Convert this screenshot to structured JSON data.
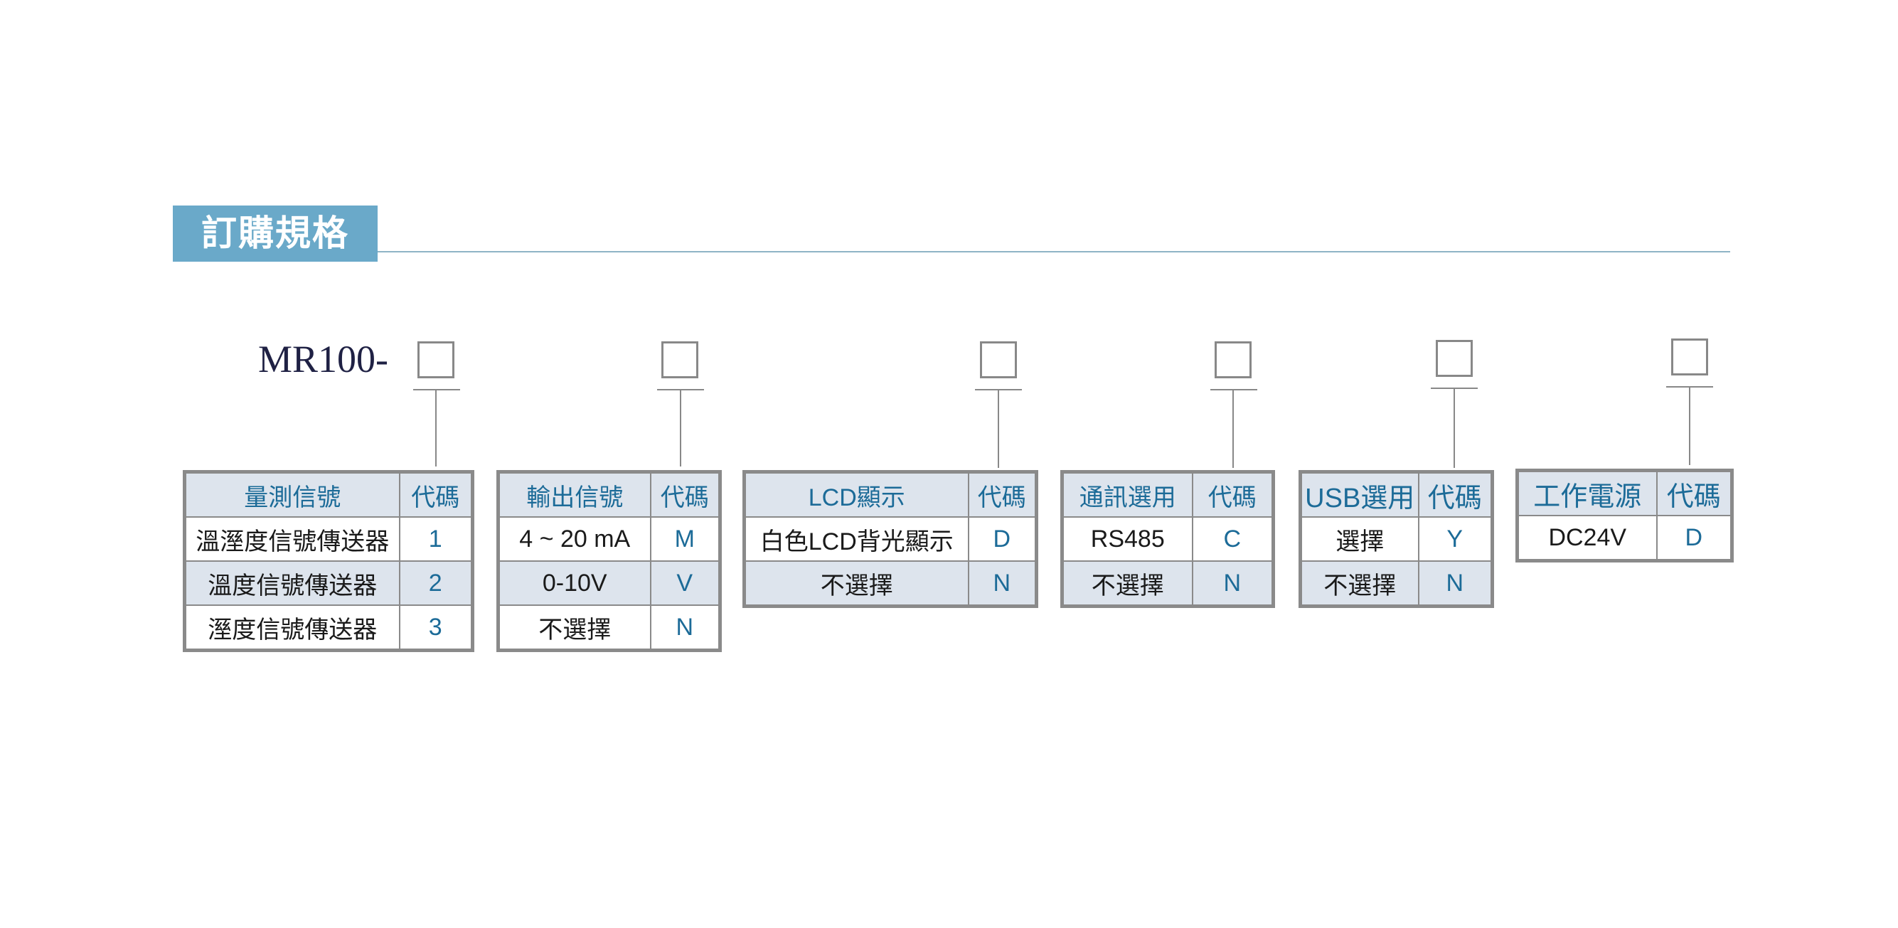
{
  "header": {
    "title": "訂購規格"
  },
  "model_prefix": "MR100-",
  "code_header": "代碼",
  "tables": [
    {
      "title": "量測信號",
      "rows": [
        {
          "label": "溫溼度信號傳送器",
          "code": "1"
        },
        {
          "label": "溫度信號傳送器",
          "code": "2"
        },
        {
          "label": "溼度信號傳送器",
          "code": "3"
        }
      ]
    },
    {
      "title": "輸出信號",
      "rows": [
        {
          "label": "4 ~ 20 mA",
          "code": "M"
        },
        {
          "label": "0-10V",
          "code": "V"
        },
        {
          "label": "不選擇",
          "code": "N"
        }
      ]
    },
    {
      "title": "LCD顯示",
      "rows": [
        {
          "label": "白色LCD背光顯示",
          "code": "D"
        },
        {
          "label": "不選擇",
          "code": "N"
        }
      ]
    },
    {
      "title": "通訊選用",
      "rows": [
        {
          "label": "RS485",
          "code": "C"
        },
        {
          "label": "不選擇",
          "code": "N"
        }
      ]
    },
    {
      "title": "USB選用",
      "rows": [
        {
          "label": "選擇",
          "code": "Y"
        },
        {
          "label": "不選擇",
          "code": "N"
        }
      ]
    },
    {
      "title": "工作電源",
      "rows": [
        {
          "label": "DC24V",
          "code": "D"
        }
      ]
    }
  ]
}
